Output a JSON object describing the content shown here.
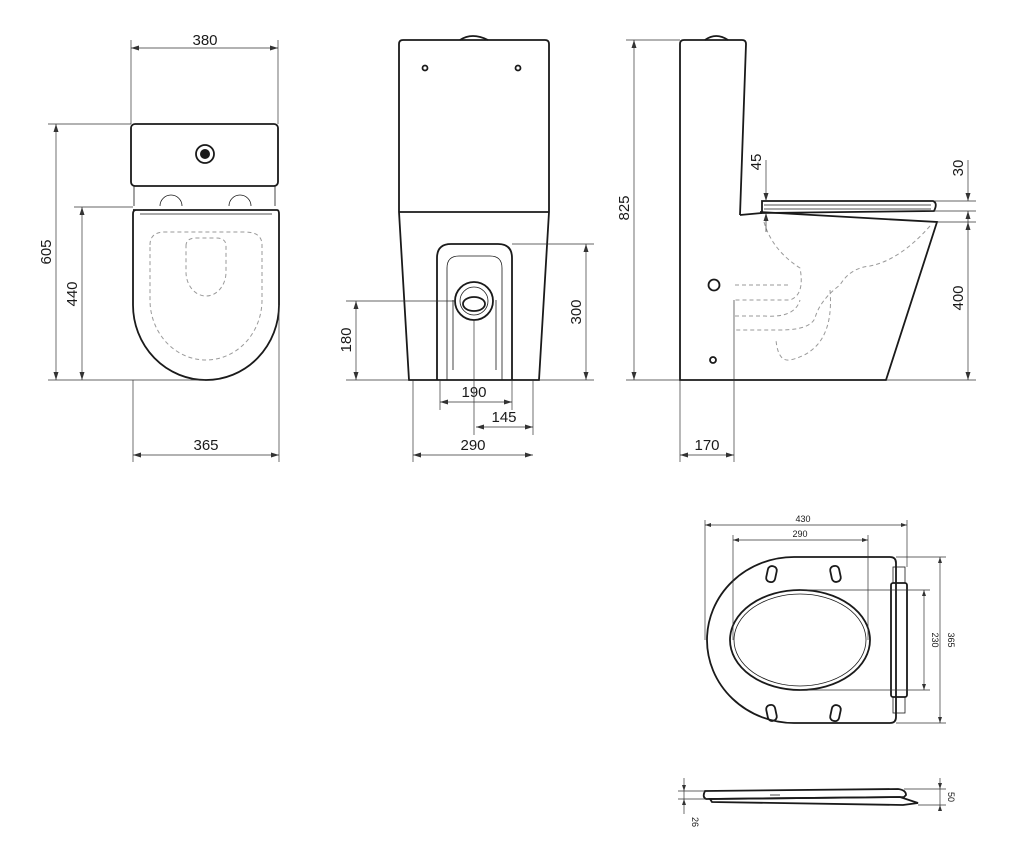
{
  "top_view": {
    "width_top": "380",
    "width_bottom": "365",
    "depth_total": "605",
    "depth_bowl": "440"
  },
  "front_view": {
    "outlet_width": "190",
    "outlet_offset": "145",
    "base_width": "290",
    "outlet_height": "180",
    "recess_height": "300"
  },
  "side_view": {
    "total_height": "825",
    "seat_offset": "45",
    "seat_thickness": "30",
    "rim_height": "400",
    "outlet_distance": "170"
  },
  "seat_plan": {
    "width_total": "430",
    "width_inner": "290",
    "depth_total": "365",
    "depth_inner": "230"
  },
  "seat_profile": {
    "height": "50",
    "thickness": "26"
  }
}
